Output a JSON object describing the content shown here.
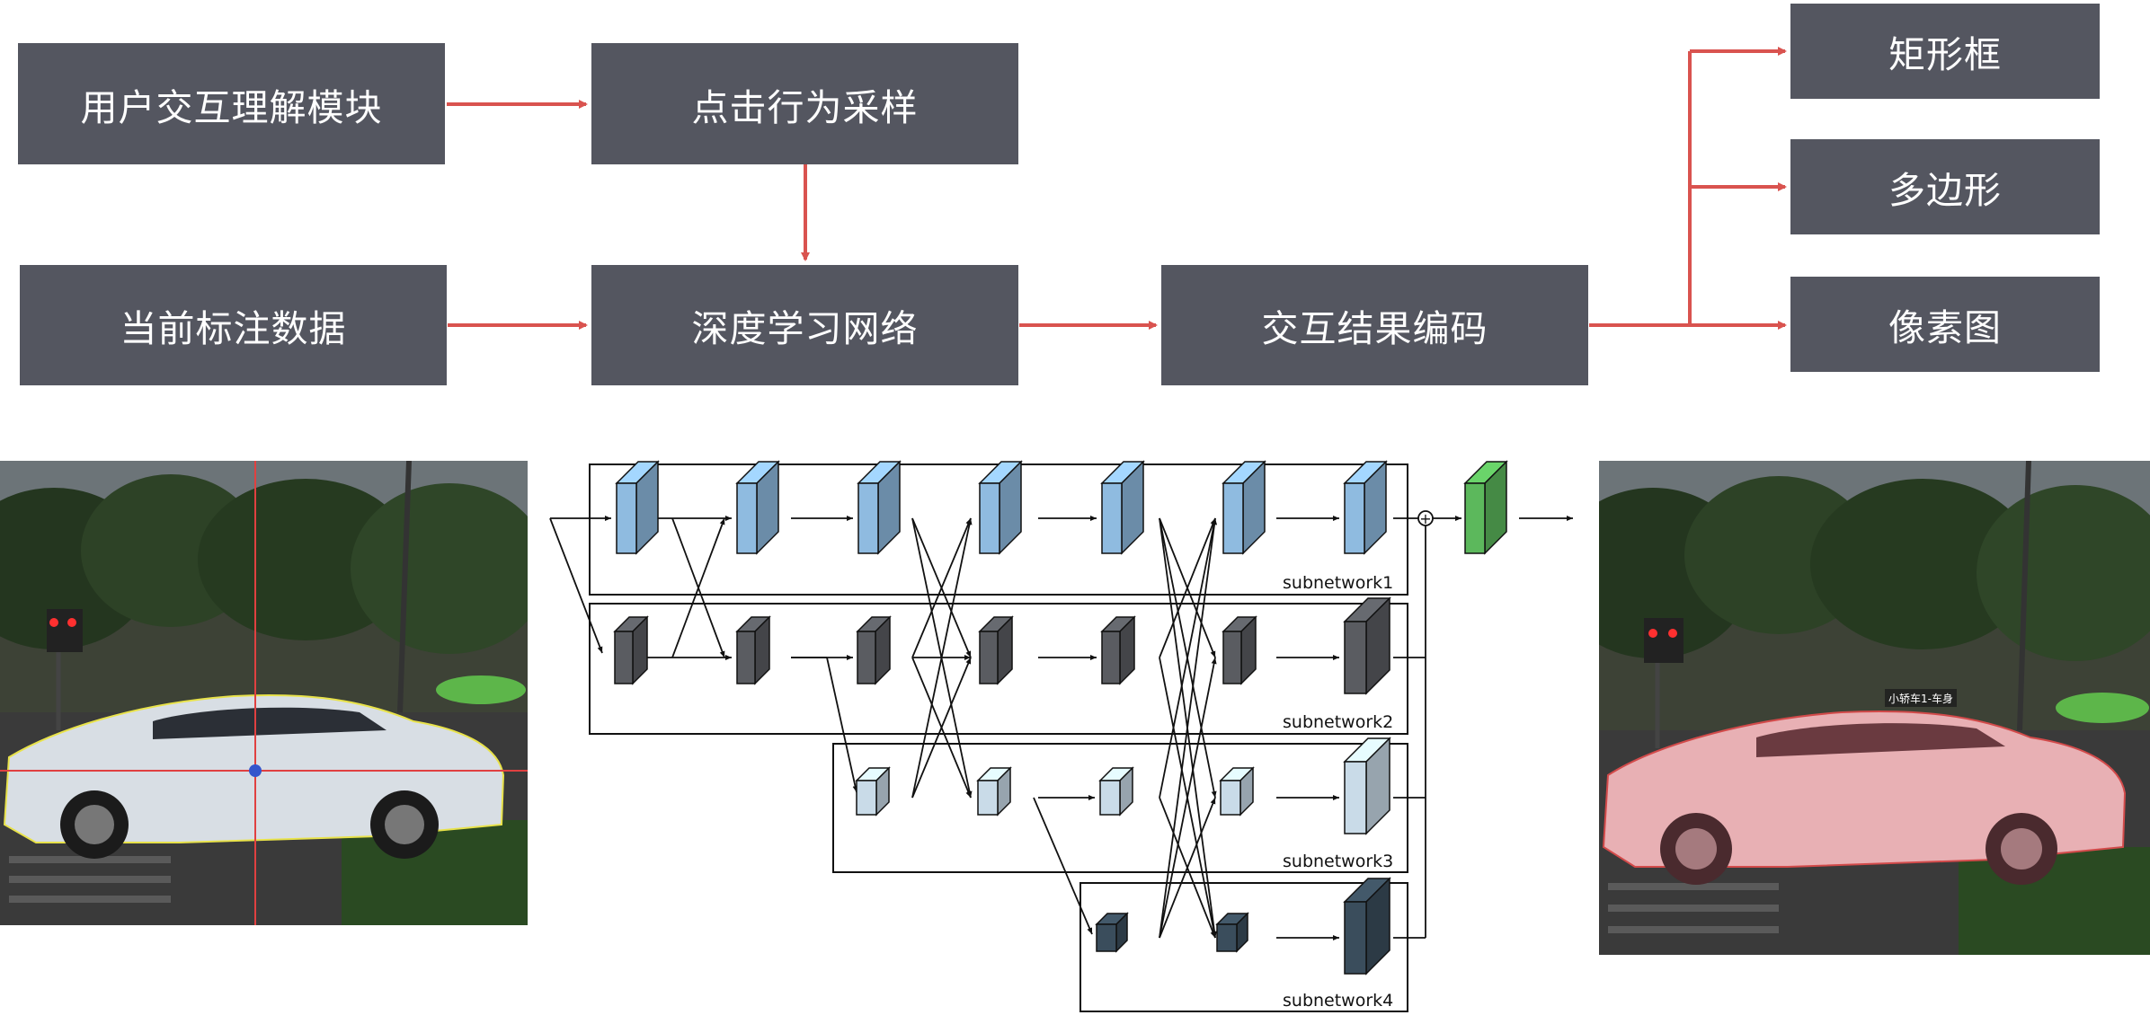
{
  "flow": {
    "user_module": "用户交互理解模块",
    "click_sampling": "点击行为采样",
    "current_annotation": "当前标注数据",
    "deep_network": "深度学习网络",
    "result_encoding": "交互结果编码",
    "output_rect": "矩形框",
    "output_polygon": "多边形",
    "output_pixel": "像素图"
  },
  "network": {
    "subnetworks": [
      "subnetwork1",
      "subnetwork2",
      "subnetwork3",
      "subnetwork4"
    ],
    "sum_symbol": "+"
  },
  "result_image": {
    "annotation_label": "小轿车1-车身"
  },
  "colors": {
    "box_fill": "#545660",
    "arrow_red": "#d9534f",
    "stage1_block": "#8fbbe0",
    "stage2_block": "#5a5c61",
    "stage3_block": "#c9dbe8",
    "stage4_block": "#3a4d5c",
    "output_block": "#5cb85c"
  }
}
